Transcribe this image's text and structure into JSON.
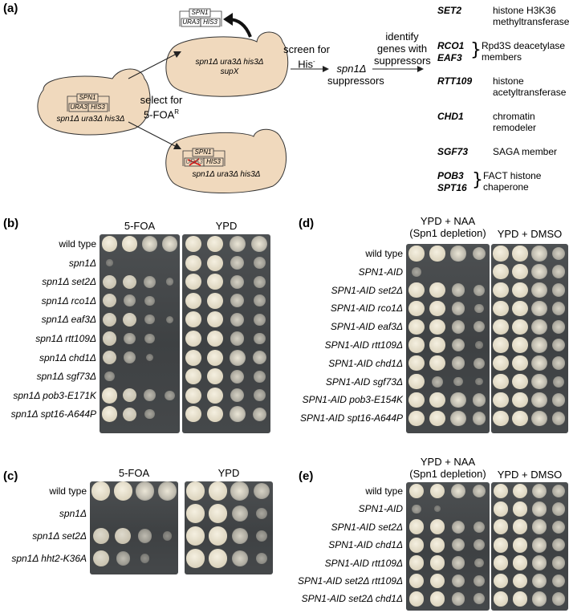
{
  "panels": {
    "a": "(a)",
    "b": "(b)",
    "c": "(c)",
    "d": "(d)",
    "e": "(e)"
  },
  "panel_a": {
    "start_cell": {
      "plasmid_top": "SPN1",
      "plasmid_left": "URA3",
      "plasmid_right": "HIS3",
      "genotype": "spn1Δ ura3Δ his3Δ"
    },
    "top_cell": {
      "plasmid_top": "SPN1",
      "plasmid_left": "URA3",
      "plasmid_right": "HIS3",
      "genotype_line1": "spn1Δ ura3Δ his3Δ",
      "genotype_line2": "supX"
    },
    "bottom_cell": {
      "plasmid_top": "SPN1",
      "plasmid_left": "URA3",
      "plasmid_right": "HIS3",
      "genotype": "spn1Δ ura3Δ his3Δ"
    },
    "select_label": [
      "select for",
      "5-FOA"
    ],
    "select_superscript": "R",
    "screen_label": [
      "screen for",
      "His"
    ],
    "screen_superscript": "-",
    "suppressors_label": [
      "spn1Δ",
      "suppressors"
    ],
    "identify_label": [
      "identify",
      "genes with",
      "suppressors"
    ],
    "genes": [
      {
        "names": [
          "SET2"
        ],
        "desc": [
          "histone H3K36",
          "methyltransferase"
        ]
      },
      {
        "names": [
          "RCO1",
          "EAF3"
        ],
        "desc": [
          "Rpd3S deacetylase",
          "members"
        ]
      },
      {
        "names": [
          "RTT109"
        ],
        "desc": [
          "histone",
          "acetyltransferase"
        ]
      },
      {
        "names": [
          "CHD1"
        ],
        "desc": [
          "chromatin",
          "remodeler"
        ]
      },
      {
        "names": [
          "SGF73"
        ],
        "desc": [
          "SAGA member"
        ]
      },
      {
        "names": [
          "POB3",
          "SPT16"
        ],
        "desc": [
          "FACT histone",
          "chaperone"
        ]
      }
    ]
  },
  "panel_b": {
    "headers": [
      "5-FOA",
      "YPD"
    ],
    "rows": [
      "wild type",
      "spn1Δ",
      "spn1Δ set2Δ",
      "spn1Δ rco1Δ",
      "spn1Δ eaf3Δ",
      "spn1Δ rtt109Δ",
      "spn1Δ chd1Δ",
      "spn1Δ sgf73Δ",
      "spn1Δ pob3-E171K",
      "spn1Δ spt16-A644P"
    ],
    "growth_left": [
      [
        5,
        5,
        5,
        5
      ],
      [
        0.5,
        0,
        0,
        0
      ],
      [
        4,
        4,
        3,
        1
      ],
      [
        4,
        3,
        2,
        0
      ],
      [
        4,
        4,
        2,
        1
      ],
      [
        4,
        3,
        2,
        0
      ],
      [
        4,
        3,
        1,
        0
      ],
      [
        2,
        0,
        0,
        0
      ],
      [
        5,
        4,
        3,
        2
      ],
      [
        5,
        4,
        2,
        0
      ]
    ],
    "growth_right": [
      [
        5,
        5,
        5,
        5
      ],
      [
        5,
        5,
        4,
        3
      ],
      [
        5,
        5,
        4,
        3
      ],
      [
        5,
        5,
        4,
        3
      ],
      [
        5,
        5,
        4,
        3
      ],
      [
        5,
        5,
        4,
        3
      ],
      [
        5,
        5,
        5,
        4
      ],
      [
        5,
        5,
        4,
        3
      ],
      [
        5,
        5,
        4,
        3
      ],
      [
        5,
        5,
        5,
        4
      ]
    ]
  },
  "panel_c": {
    "headers": [
      "5-FOA",
      "YPD"
    ],
    "rows": [
      "wild type",
      "spn1Δ",
      "spn1Δ set2Δ",
      "spn1Δ hht2-K36A"
    ],
    "growth_left": [
      [
        5,
        5,
        5,
        5
      ],
      [
        0,
        0,
        0,
        0
      ],
      [
        4,
        4,
        3,
        1
      ],
      [
        4,
        3,
        1,
        0
      ]
    ],
    "growth_right": [
      [
        5,
        5,
        5,
        4
      ],
      [
        5,
        5,
        4,
        2
      ],
      [
        5,
        5,
        4,
        2
      ],
      [
        5,
        5,
        4,
        2
      ]
    ]
  },
  "panel_d": {
    "headers": [
      [
        "YPD + NAA",
        "(Spn1 depletion)"
      ],
      [
        "YPD + DMSO"
      ]
    ],
    "rows": [
      "wild type",
      "SPN1-AID",
      "SPN1-AID set2Δ",
      "SPN1-AID rco1Δ",
      "SPN1-AID eaf3Δ",
      "SPN1-AID rtt109Δ",
      "SPN1-AID chd1Δ",
      "SPN1-AID sgf73Δ",
      "SPN1-AID pob3-E154K",
      "SPN1-AID spt16-A644P"
    ],
    "growth_left": [
      [
        5,
        5,
        5,
        4
      ],
      [
        2,
        0,
        0,
        0
      ],
      [
        5,
        5,
        4,
        3
      ],
      [
        5,
        5,
        4,
        2
      ],
      [
        5,
        5,
        4,
        3
      ],
      [
        5,
        5,
        4,
        1
      ],
      [
        5,
        5,
        4,
        3
      ],
      [
        5,
        3,
        2,
        1
      ],
      [
        5,
        5,
        5,
        4
      ],
      [
        5,
        5,
        5,
        4
      ]
    ],
    "growth_right": [
      [
        5,
        5,
        5,
        4
      ],
      [
        5,
        5,
        5,
        4
      ],
      [
        5,
        5,
        5,
        4
      ],
      [
        5,
        5,
        5,
        4
      ],
      [
        5,
        5,
        5,
        4
      ],
      [
        5,
        5,
        5,
        4
      ],
      [
        5,
        5,
        5,
        4
      ],
      [
        5,
        5,
        5,
        3
      ],
      [
        5,
        5,
        5,
        4
      ],
      [
        5,
        5,
        5,
        4
      ]
    ]
  },
  "panel_e": {
    "headers": [
      [
        "YPD + NAA",
        "(Spn1 depletion)"
      ],
      [
        "YPD + DMSO"
      ]
    ],
    "rows": [
      "wild type",
      "SPN1-AID",
      "SPN1-AID set2Δ",
      "SPN1-AID chd1Δ",
      "SPN1-AID rtt109Δ",
      "SPN1-AID set2Δ rtt109Δ",
      "SPN1-AID set2Δ chd1Δ"
    ],
    "growth_left": [
      [
        5,
        5,
        5,
        4
      ],
      [
        2,
        0.5,
        0,
        0
      ],
      [
        5,
        5,
        4,
        3
      ],
      [
        5,
        5,
        4,
        3
      ],
      [
        5,
        5,
        4,
        2
      ],
      [
        5,
        5,
        4,
        3
      ],
      [
        5,
        5,
        4,
        3
      ]
    ],
    "growth_right": [
      [
        5,
        5,
        5,
        4
      ],
      [
        5,
        5,
        5,
        4
      ],
      [
        5,
        5,
        5,
        4
      ],
      [
        5,
        5,
        5,
        4
      ],
      [
        5,
        5,
        5,
        4
      ],
      [
        5,
        5,
        5,
        4
      ],
      [
        5,
        5,
        5,
        4
      ]
    ]
  }
}
